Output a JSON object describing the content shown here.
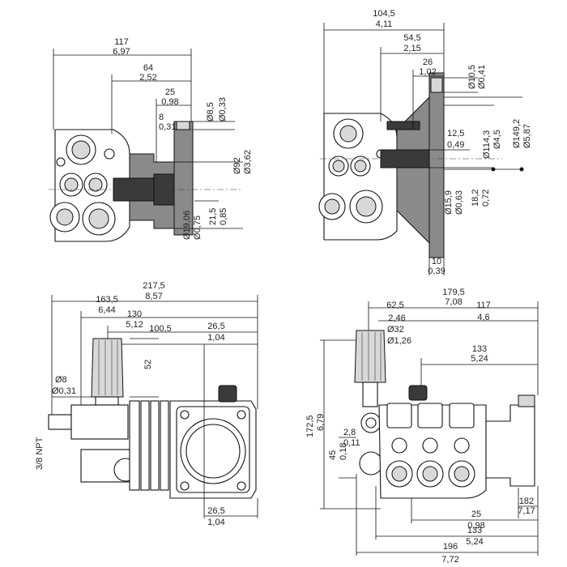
{
  "views": {
    "top_left": {
      "dims": [
        "117",
        "6,97",
        "64",
        "2,52",
        "25",
        "0,98",
        "8",
        "0,31"
      ],
      "vdims": [
        "Ø8,5",
        "Ø0,33",
        "Ø92",
        "Ø3,62",
        "21,5",
        "0,85",
        "Ø19,06",
        "Ø0,75"
      ]
    },
    "top_right": {
      "dims": [
        "104,5",
        "4,11",
        "54,5",
        "2,15",
        "26",
        "1,02",
        "12,5",
        "0,49",
        "10",
        "0,39"
      ],
      "vdims": [
        "Ø10,5",
        "Ø0,41",
        "Ø149,2",
        "Ø5,87",
        "Ø114,3",
        "Ø4,5",
        "Ø15,9",
        "Ø0,63",
        "18,2",
        "0,72"
      ]
    },
    "bottom_left": {
      "dims": [
        "217,5",
        "8,57",
        "163,5",
        "6,44",
        "130",
        "5,12",
        "100,5",
        "26,5",
        "1,04",
        "Ø8",
        "Ø0,31",
        "26,5",
        "1,04"
      ],
      "vdims": [
        "52",
        "3/8 NPT"
      ]
    },
    "bottom_right": {
      "dims": [
        "179,5",
        "7,08",
        "62,5",
        "117",
        "2,46",
        "4,6",
        "Ø32",
        "Ø1,26",
        "133",
        "5,24",
        "2,8",
        "0,11",
        "25",
        "0,98",
        "133",
        "5,24",
        "182",
        "7,17",
        "196",
        "7,72"
      ],
      "vdims": [
        "172,5",
        "6,79",
        "45",
        "0,18"
      ]
    }
  }
}
